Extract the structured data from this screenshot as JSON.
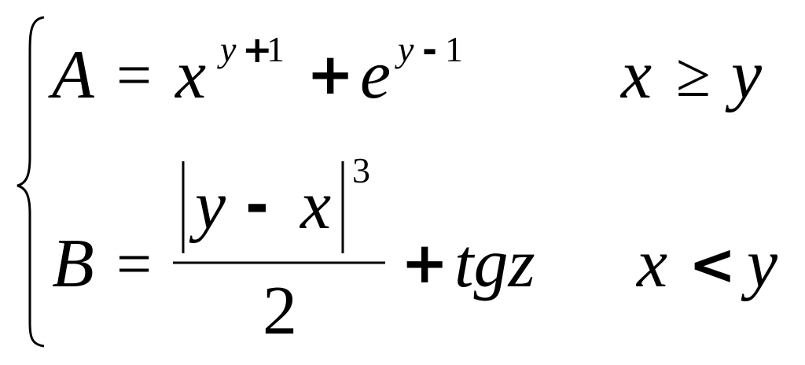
{
  "equation": {
    "row1": {
      "lhs": "A",
      "eq": "=",
      "base1": "x",
      "exp1_var": "y",
      "exp1_op": "+",
      "exp1_num": "1",
      "plus": "+",
      "base2": "e",
      "exp2_var": "y",
      "exp2_op": "-",
      "exp2_num": "1",
      "cond_left": "x",
      "cond_op": "≥",
      "cond_right": "y"
    },
    "row2": {
      "lhs": "B",
      "eq": "=",
      "num_var1": "y",
      "num_op": "-",
      "num_var2": "x",
      "num_exp": "3",
      "denominator": "2",
      "plus": "+",
      "func": "tgz",
      "cond_left": "x",
      "cond_op": "<",
      "cond_right": "y"
    }
  }
}
